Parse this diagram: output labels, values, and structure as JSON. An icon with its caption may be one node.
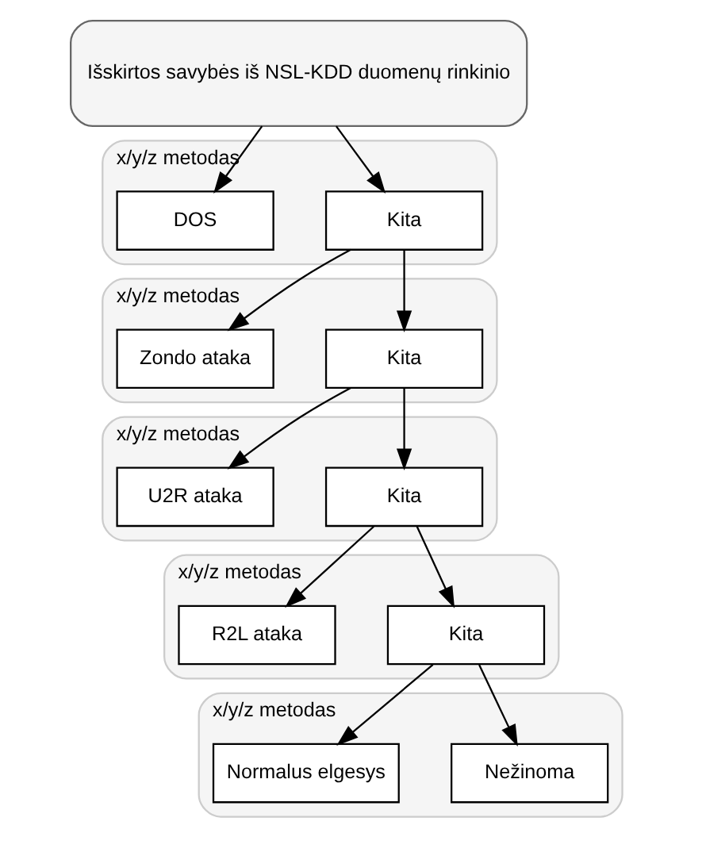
{
  "diagram": {
    "nodes": [
      {
        "text": [
          "Išskirtos savybės iš NSL-KDD duomenų rinkinio"
        ]
      },
      {
        "text": [
          "x/y/z metodas"
        ]
      },
      {
        "text": [
          "DOS"
        ],
        "in": 1
      },
      {
        "text": [
          "Kita"
        ],
        "in": 1
      },
      {
        "text": [
          "x/y/z metodas"
        ]
      },
      {
        "text": [
          "Zondo ataka"
        ],
        "in": 4
      },
      {
        "text": [
          "Kita"
        ],
        "in": 4
      },
      {
        "text": [
          "x/y/z metodas"
        ]
      },
      {
        "text": [
          "U2R ataka"
        ],
        "in": 7
      },
      {
        "text": [
          "Kita"
        ],
        "in": 7
      },
      {
        "text": [
          "x/y/z metodas"
        ]
      },
      {
        "text": [
          "R2L ataka"
        ],
        "in": 10
      },
      {
        "text": [
          "Kita"
        ],
        "in": 10
      },
      {
        "text": [
          "x/y/z metodas"
        ]
      },
      {
        "text": [
          "Normalus elgesys"
        ],
        "in": 13
      },
      {
        "text": [
          "Nežinoma"
        ],
        "in": 13
      }
    ],
    "edges": [
      {
        "from": 0,
        "to": 2,
        "arrow": "to"
      },
      {
        "from": 0,
        "to": 3,
        "arrow": "to"
      },
      {
        "from": 3,
        "to": 5,
        "arrow": "to"
      },
      {
        "from": 3,
        "to": 6,
        "arrow": "to"
      },
      {
        "from": 6,
        "to": 8,
        "arrow": "to"
      },
      {
        "from": 6,
        "to": 9,
        "arrow": "to"
      },
      {
        "from": 9,
        "to": 11,
        "arrow": "to"
      },
      {
        "from": 9,
        "to": 12,
        "arrow": "to"
      },
      {
        "from": 12,
        "to": 14,
        "arrow": "to"
      },
      {
        "from": 12,
        "to": 15,
        "arrow": "to"
      }
    ]
  }
}
